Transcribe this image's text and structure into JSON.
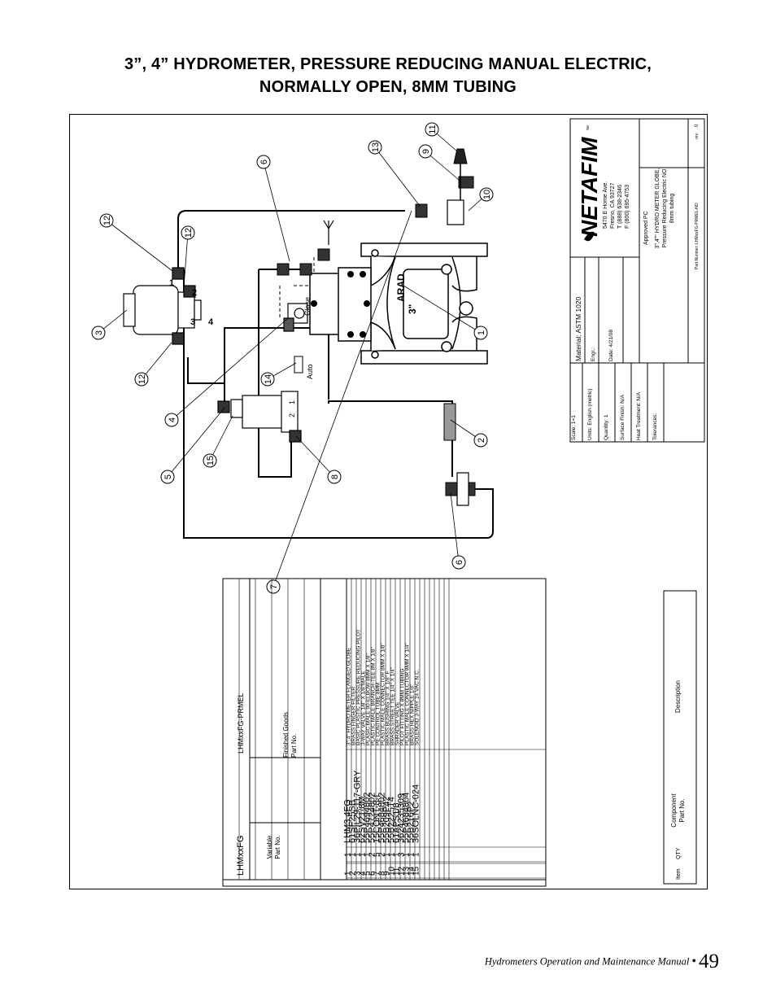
{
  "title": {
    "line1": "3”, 4” HYDROMETER, PRESSURE REDUCING MANUAL ELECTRIC,",
    "line2": "NORMALLY OPEN, 8MM TUBING"
  },
  "footer": {
    "manual": "Hydrometers Operation and Maintenance Manual",
    "separator": "•",
    "page": "49"
  },
  "diagram": {
    "callouts": [
      "1",
      "2",
      "3",
      "4",
      "5",
      "6",
      "7",
      "8",
      "9",
      "10",
      "11",
      "12",
      "13",
      "14",
      "15"
    ],
    "labels": {
      "close": "Close",
      "auto": "Auto",
      "arad": "ARAD",
      "size": "3\"",
      "port1": "1",
      "port2": "2",
      "port3": "3",
      "port4": "4",
      "sol1": "1",
      "sol2": "2"
    }
  },
  "titleblock": {
    "brand": "NETAFIM",
    "tm": "™",
    "address": [
      "5470 E Home Ave.",
      "Fresno, CA 93727",
      "T (888) 638-2346",
      "F (800) 695-4753"
    ],
    "approved": "Approved PC",
    "drawing_title": [
      "3\",4\"\" HYDRO METER GLOBE,",
      "Pressure Reducing Electric NO",
      "8mm tubing"
    ],
    "part_number": "Part Number: LHMxxFG-PRMEL-NO",
    "rev_label": "rev",
    "rev": "0",
    "scale": "Scale: 1=1",
    "units": "Units: English (metric)",
    "quantity": "Quantity: 1",
    "surface": "Surface Finish: N/A",
    "heat": "Heat Treatment: N/A",
    "tolerances": "Tolerances:",
    "material": "Material: ASTM 1020",
    "engr": "Engr.:",
    "date": "Date: 4/21/08"
  },
  "bom": {
    "variable": "LHMxxFG",
    "finished": "LHMxxFG-PRMEL",
    "head_variable": [
      "Variable",
      "Part No."
    ],
    "head_finished": [
      "Finished Goods",
      "Part No."
    ],
    "head_item": "Item",
    "head_qty": "QTY",
    "head_component": [
      "Component",
      "Part No."
    ],
    "head_description": "Description",
    "rows": [
      {
        "item": "1",
        "qty": "1",
        "part": "LHM3,4FG",
        "desc": "3\",4\" HYDRO METER FLANGED GLOBE"
      },
      {
        "item": "2",
        "qty": "1",
        "part": "61SF25SB",
        "desc": "BRASS FINGER FILTER"
      },
      {
        "item": "3",
        "qty": "1",
        "part": "36PIL29-117-GRY",
        "desc": "BASIC PLASTIC PRESSURE REDUCING PILOT"
      },
      {
        "item": "4",
        "qty": "1",
        "part": "62SV21/8M",
        "desc": "3-WAY VALVE 1/8\" X 1/8\"MALE"
      },
      {
        "item": "5",
        "qty": "1",
        "part": "55P4694802",
        "desc": "PLASIC MALE 90-ELBOW 8MM X 1/8\""
      },
      {
        "item": "6",
        "qty": "2",
        "part": "55P4724802",
        "desc": "PLASTIC MALE BRANCH-TEE 8M X 1/8\""
      },
      {
        "item": "7",
        "qty": "5",
        "part": "15CONT-8-I",
        "desc": "PE CONTROL TUBE 8MM"
      },
      {
        "item": "8",
        "qty": "2",
        "part": "55P4684802",
        "desc": "PLASTIC MALE CONNECTOR 8MM X 1/8\""
      },
      {
        "item": "9",
        "qty": "1",
        "part": "55B209P42",
        "desc": "BRASS BUSHING 1/4\" X 1/8\" F"
      },
      {
        "item": "10",
        "qty": "1",
        "part": "55B2225T4",
        "desc": "BRASS STREET TEE 1/4\" X 1/4\""
      },
      {
        "item": "11",
        "qty": "1",
        "part": "61APS1/8",
        "desc": "SHRADER VALVE"
      },
      {
        "item": "12",
        "qty": "3",
        "part": "3624235309",
        "desc": "PILOT FITTING X 8MM TUBING"
      },
      {
        "item": "13",
        "qty": "1",
        "part": "55P4684804",
        "desc": "PLASTIC MALE CONNECTOR 8MM X 1/4\""
      },
      {
        "item": "14",
        "qty": "1",
        "part": "55B216P2",
        "desc": "BRASS HEX NIPPLE 1/8\""
      },
      {
        "item": "15",
        "qty": "1",
        "part": "36SOLNC-024",
        "desc": "SOLENOID 3-WAY 24 VAC N.C."
      }
    ]
  }
}
